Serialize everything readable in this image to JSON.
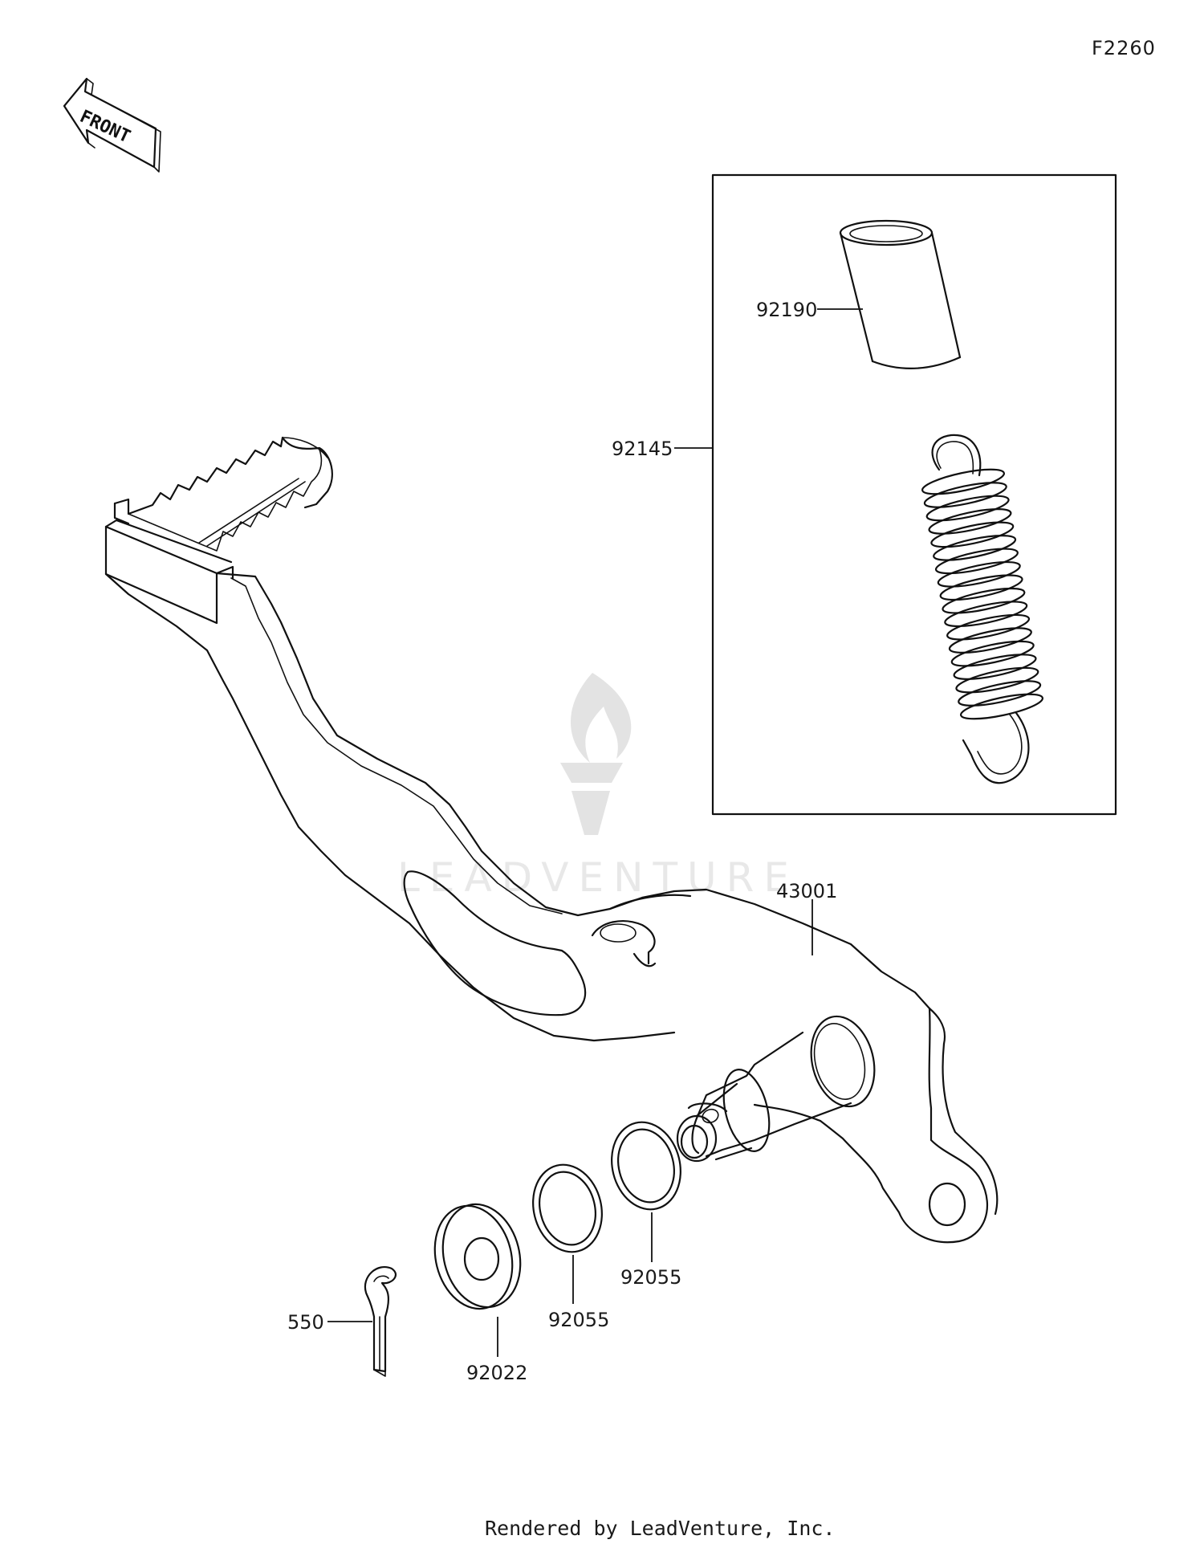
{
  "diagram_code": "F2260",
  "front_label": "FRONT",
  "watermark": "LEADVENTURE",
  "footer": "Rendered by LeadVenture, Inc.",
  "icons": {
    "front_arrow": "front-arrow-icon",
    "watermark_logo": "flame-logo-icon"
  },
  "parts": [
    {
      "number": "92190",
      "name": "collar"
    },
    {
      "number": "92145",
      "name": "spring-kit"
    },
    {
      "number": "43001",
      "name": "brake-pedal"
    },
    {
      "number": "92055",
      "name": "o-ring"
    },
    {
      "number": "92055",
      "name": "o-ring"
    },
    {
      "number": "92022",
      "name": "washer"
    },
    {
      "number": "550",
      "name": "cotter-pin"
    }
  ]
}
